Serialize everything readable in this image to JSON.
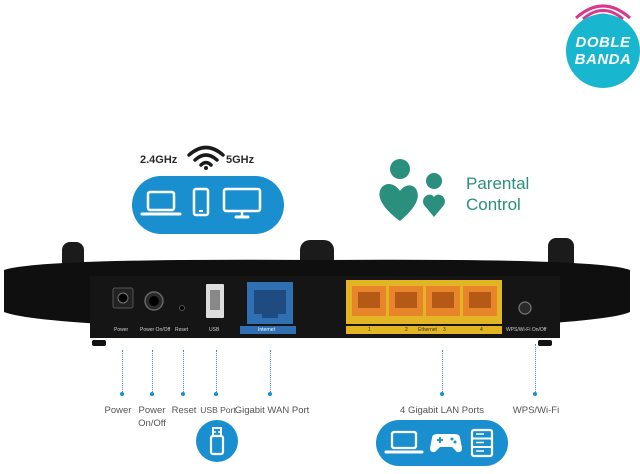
{
  "badge": {
    "line1": "DOBLE",
    "line2": "BANDA"
  },
  "bands": {
    "left": "2.4GHz",
    "right": "5GHz"
  },
  "parental": {
    "line1": "Parental",
    "line2": "Control"
  },
  "panel_labels": {
    "power": "Power",
    "power_onoff": "Power On/Off",
    "reset": "Reset",
    "usb": "USB",
    "internet": "Internet",
    "ethernet": "Ethernet",
    "lan1": "1",
    "lan2": "2",
    "lan3": "3",
    "lan4": "4",
    "wps": "WPS/Wi-Fi On/Off"
  },
  "callouts": {
    "power": "Power",
    "power_onoff_1": "Power",
    "power_onoff_2": "On/Off",
    "reset": "Reset",
    "usb_port": "USB Port",
    "wan": "Gigabit WAN Port",
    "lan": "4 Gigabit LAN Ports",
    "wps": "WPS/Wi-Fi"
  },
  "icons": {
    "wifi": "wifi-icon",
    "devices": [
      "laptop-icon",
      "phone-icon",
      "monitor-icon"
    ],
    "parental": "family-heart-icon",
    "usb": "usb-drive-icon",
    "lan": [
      "laptop-icon",
      "gamepad-icon",
      "server-icon"
    ]
  },
  "colors": {
    "accent": "#1a8fd0",
    "parental": "#2a8f7d",
    "lan_port": "#e8842a",
    "badge": "#19b6cf"
  }
}
